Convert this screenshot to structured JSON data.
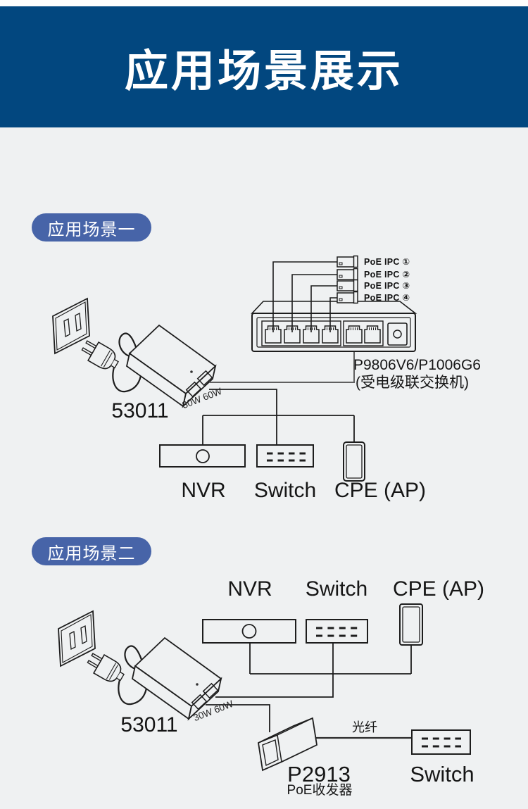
{
  "header": {
    "title": "应用场景展示"
  },
  "colors": {
    "header_bg": "#02477f",
    "badge_bg": "#4764a8",
    "page_bg": "#eff1f2",
    "line": "#1d1d1d"
  },
  "scene1": {
    "badge": "应用场景一",
    "psu_model": "53011",
    "psu_power": "30W 60W",
    "cameras": [
      {
        "label": "PoE IPC ①"
      },
      {
        "label": "PoE IPC ②"
      },
      {
        "label": "PoE IPC ③"
      },
      {
        "label": "PoE IPC ④"
      }
    ],
    "cascade_switch": {
      "model": "P9806V6/P1006G6",
      "desc": "(受电级联交换机)"
    },
    "devices": {
      "nvr": "NVR",
      "switch": "Switch",
      "cpe": "CPE (AP)"
    }
  },
  "scene2": {
    "badge": "应用场景二",
    "psu_model": "53011",
    "psu_power": "30W 60W",
    "devices": {
      "nvr": "NVR",
      "switch": "Switch",
      "cpe": "CPE (AP)"
    },
    "transceiver": {
      "model": "P2913",
      "name": "PoE收发器"
    },
    "fiber": "光纤",
    "far_switch": "Switch"
  }
}
